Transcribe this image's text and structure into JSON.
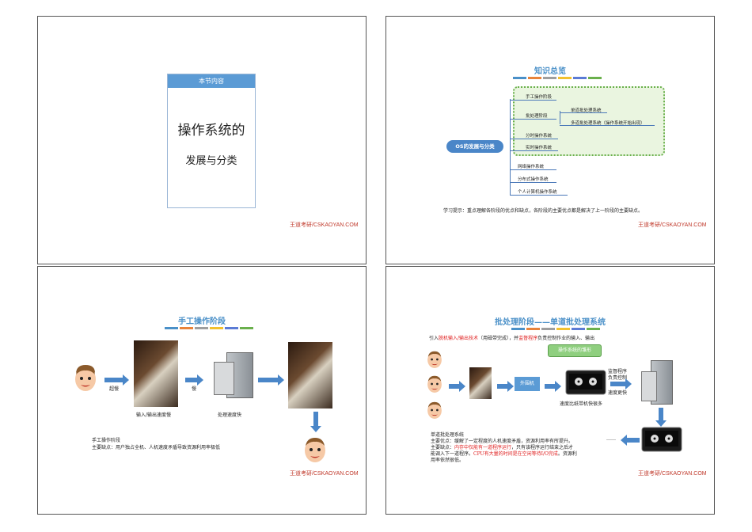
{
  "watermark": "王道考研/CSKAOYAN.COM",
  "slide1": {
    "box_header": "本节内容",
    "line1": "操作系统的",
    "line2": "发展与分类"
  },
  "slide2": {
    "title": "知识总览",
    "root": "OS的发展与分类",
    "nodes": [
      "手工操作阶段",
      "批处理阶段",
      "单道批处理系统",
      "多道批处理系统（操作系统开始出现）",
      "分时操作系统",
      "实时操作系统",
      "网络操作系统",
      "分布式操作系统",
      "个人计算机操作系统"
    ],
    "hint": "学习提示：重点理解各阶段的优点和缺点，各阶段的主要优点都是解决了上一阶段的主要缺点。"
  },
  "slide3": {
    "title": "手工操作阶段",
    "label_slow1": "超慢",
    "label_slow2": "慢",
    "caption_io": "输入/输出速度慢",
    "caption_cpu": "处理速度快",
    "note1": "手工操作阶段",
    "note2": "主要缺点：用户独占全机、人机速度矛盾导致资源利用率极低"
  },
  "slide4": {
    "title": "批处理阶段——单道批处理系统",
    "intro_pre": "引入",
    "intro_red1": "脱机输入/输出技术",
    "intro_mid": "（用磁带完成），并",
    "intro_red2": "监督程序",
    "intro_post": "负责控制作业的输入、输出",
    "os_bubble": "操作系统的雏形",
    "peripheral": "外围机",
    "tape_caption": "速度比纸带机快很多",
    "monitor_label1": "监督程序",
    "monitor_label2": "负责控制",
    "faster": "速度更快",
    "dots": "……",
    "p1": "单道批处理系统",
    "p2": "主要优点：缓解了一定程度的人机速度矛盾，资源利用率有所提升。",
    "p3_pre": "主要缺点：",
    "p3_red": "内存中仅能有一道程序运行",
    "p3_post": "，只有该程序运行结束之后才",
    "p4_pre": "能调入下一道程序。",
    "p4_red": "CPU有大量的时间是在空闲等待I/O完成",
    "p4_post": "。资源利",
    "p5": "用率依然很低。"
  },
  "colors": {
    "bar": [
      "#4a90c8",
      "#e8833a",
      "#9e9e9e",
      "#f2c12e",
      "#5b7bd5",
      "#6ab04c"
    ],
    "accent": "#4a90c8",
    "watermark": "#c0392b"
  }
}
